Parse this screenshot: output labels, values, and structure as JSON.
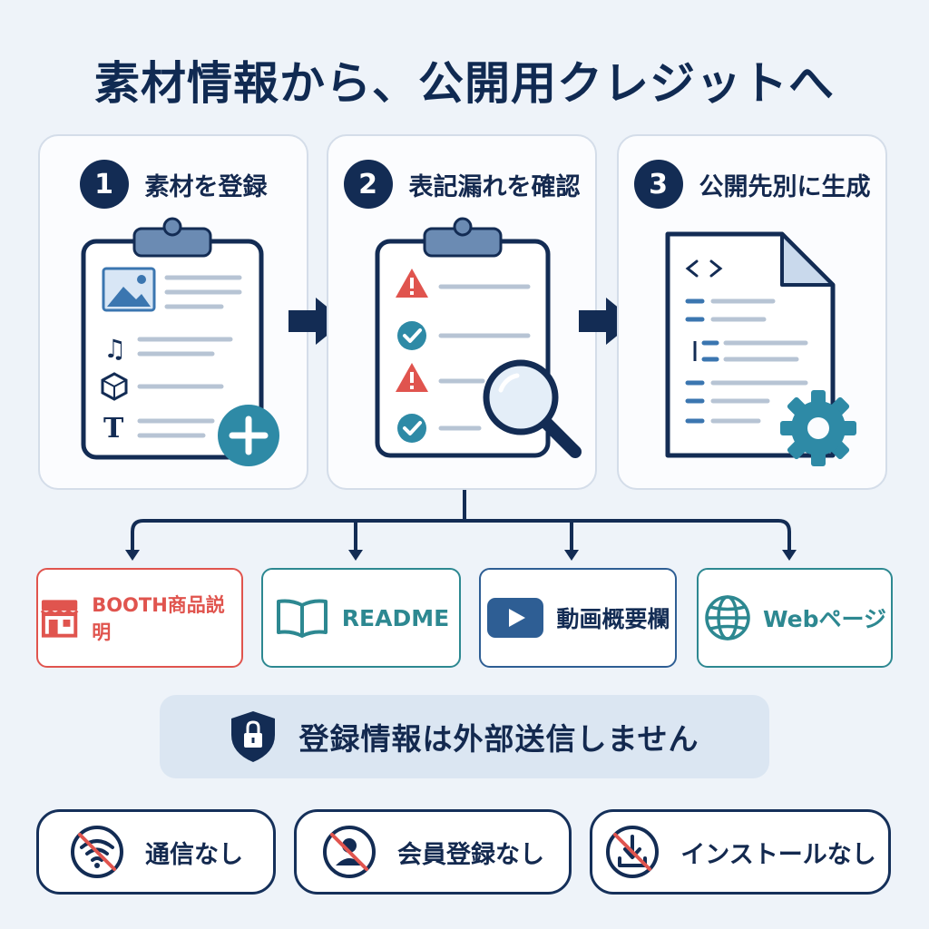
{
  "title": "素材情報から、公開用クレジットへ",
  "steps": [
    {
      "number": "1",
      "label": "素材を登録"
    },
    {
      "number": "2",
      "label": "表記漏れを確認"
    },
    {
      "number": "3",
      "label": "公開先別に生成"
    }
  ],
  "destinations": [
    {
      "label": "BOOTH商品説明",
      "color": "#e0544e",
      "icon": "shop-icon"
    },
    {
      "label": "README",
      "color": "#2d8891",
      "icon": "book-icon"
    },
    {
      "label": "動画概要欄",
      "color": "#2e5e94",
      "icon": "play-icon"
    },
    {
      "label": "Webページ",
      "color": "#2d8891",
      "icon": "globe-icon"
    }
  ],
  "notice": {
    "text": "登録情報は外部送信しません",
    "icon": "shield-lock-icon"
  },
  "badges": [
    {
      "label": "通信なし",
      "icon": "no-wifi-icon"
    },
    {
      "label": "会員登録なし",
      "icon": "no-account-icon"
    },
    {
      "label": "インストールなし",
      "icon": "no-download-icon"
    }
  ],
  "colors": {
    "navy": "#132c54",
    "teal": "#2e8aa6",
    "red": "#e0544e",
    "paper": "#fbfcfe"
  }
}
